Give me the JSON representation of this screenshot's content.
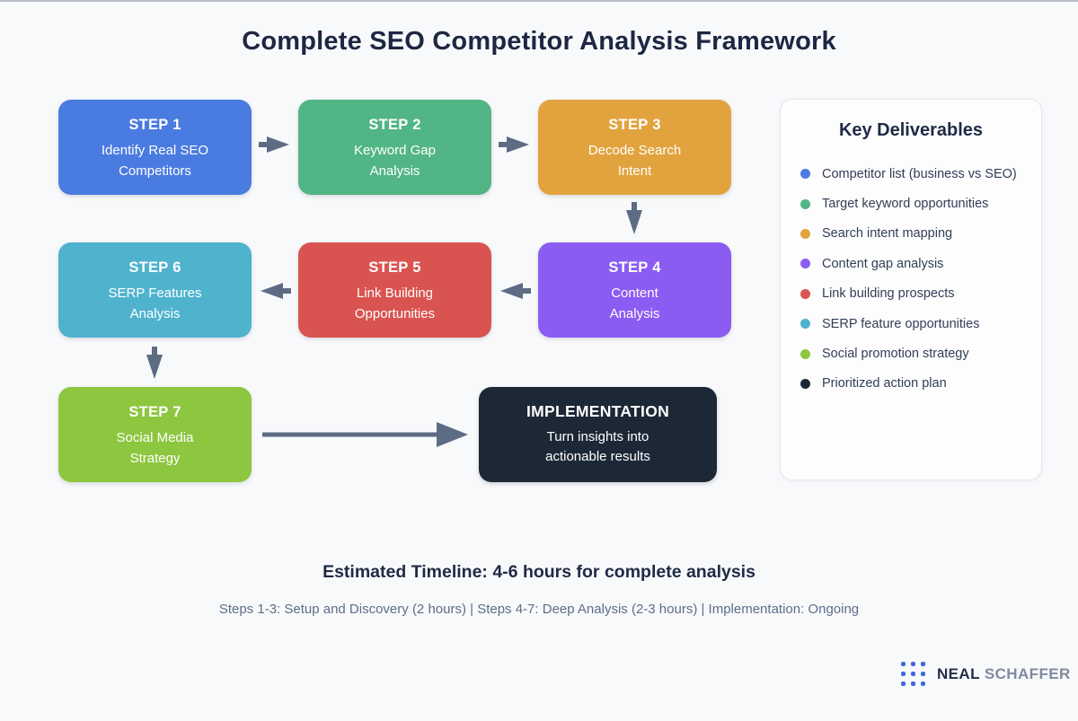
{
  "page": {
    "title": "Complete SEO Competitor Analysis Framework",
    "background_color": "#f8f9fb"
  },
  "steps": [
    {
      "label": "STEP 1",
      "title": "Identify Real SEO\nCompetitors",
      "color": "#4a7be1"
    },
    {
      "label": "STEP 2",
      "title": "Keyword Gap\nAnalysis",
      "color": "#52b585"
    },
    {
      "label": "STEP 3",
      "title": "Decode Search\nIntent",
      "color": "#e2a33e"
    },
    {
      "label": "STEP 4",
      "title": "Content\nAnalysis",
      "color": "#8b5cf2"
    },
    {
      "label": "STEP 5",
      "title": "Link Building\nOpportunities",
      "color": "#d95451"
    },
    {
      "label": "STEP 6",
      "title": "SERP Features\nAnalysis",
      "color": "#4fb3ce"
    },
    {
      "label": "STEP 7",
      "title": "Social Media\nStrategy",
      "color": "#8dc63f"
    }
  ],
  "implementation": {
    "label": "IMPLEMENTATION",
    "description": "Turn insights into\nactionable results",
    "color": "#1d2836"
  },
  "deliverables": {
    "title": "Key Deliverables",
    "items": [
      {
        "label": "Competitor list (business vs SEO)",
        "color": "#4a7be1"
      },
      {
        "label": "Target keyword opportunities",
        "color": "#52b585"
      },
      {
        "label": "Search intent mapping",
        "color": "#e2a33e"
      },
      {
        "label": "Content gap analysis",
        "color": "#8b5cf2"
      },
      {
        "label": "Link building prospects",
        "color": "#d95451"
      },
      {
        "label": "SERP feature opportunities",
        "color": "#4fb3ce"
      },
      {
        "label": "Social promotion strategy",
        "color": "#8dc63f"
      },
      {
        "label": "Prioritized action plan",
        "color": "#1d2836"
      }
    ]
  },
  "timeline": {
    "heading": "Estimated Timeline: 4-6 hours for complete analysis",
    "details": "Steps 1-3: Setup and Discovery (2 hours) | Steps 4-7: Deep Analysis (2-3 hours) | Implementation: Ongoing"
  },
  "logo": {
    "first": "NEAL",
    "last": "SCHAFFER",
    "dot_color": "#4169db"
  },
  "arrow_color": "#5d6c83"
}
